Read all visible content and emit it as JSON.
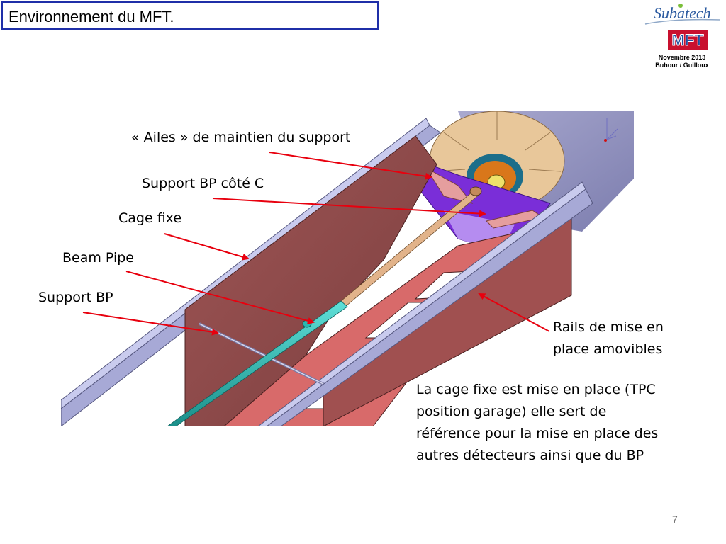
{
  "slide": {
    "title": "Environnement du MFT.",
    "page_number": "7"
  },
  "logos": {
    "subatech": "Subatech",
    "mft": "MFT",
    "meta_line1": "Novembre 2013",
    "meta_line2": "Buhour / Guilloux"
  },
  "labels": {
    "ailes": "« Ailes » de maintien du support",
    "support_bp_c": "Support BP côté C",
    "cage_fixe": "Cage fixe",
    "beam_pipe": "Beam Pipe",
    "support_bp": "Support BP",
    "rails_line1": "Rails de mise en",
    "rails_line2": "place amovibles"
  },
  "description": {
    "line1": "La cage fixe est mise en place (TPC",
    "line2": "position garage) elle sert de",
    "line3": "référence pour la mise en place des",
    "line4": "autres détecteurs ainsi que du BP"
  },
  "colors": {
    "title_border": "#1f2fa8",
    "arrow": "#e8000e",
    "rail": "#9a9ccb",
    "cage": "#8b4a4a",
    "beam_pipe": "#2ab7b0",
    "background_cyl": "#8f90bd"
  }
}
